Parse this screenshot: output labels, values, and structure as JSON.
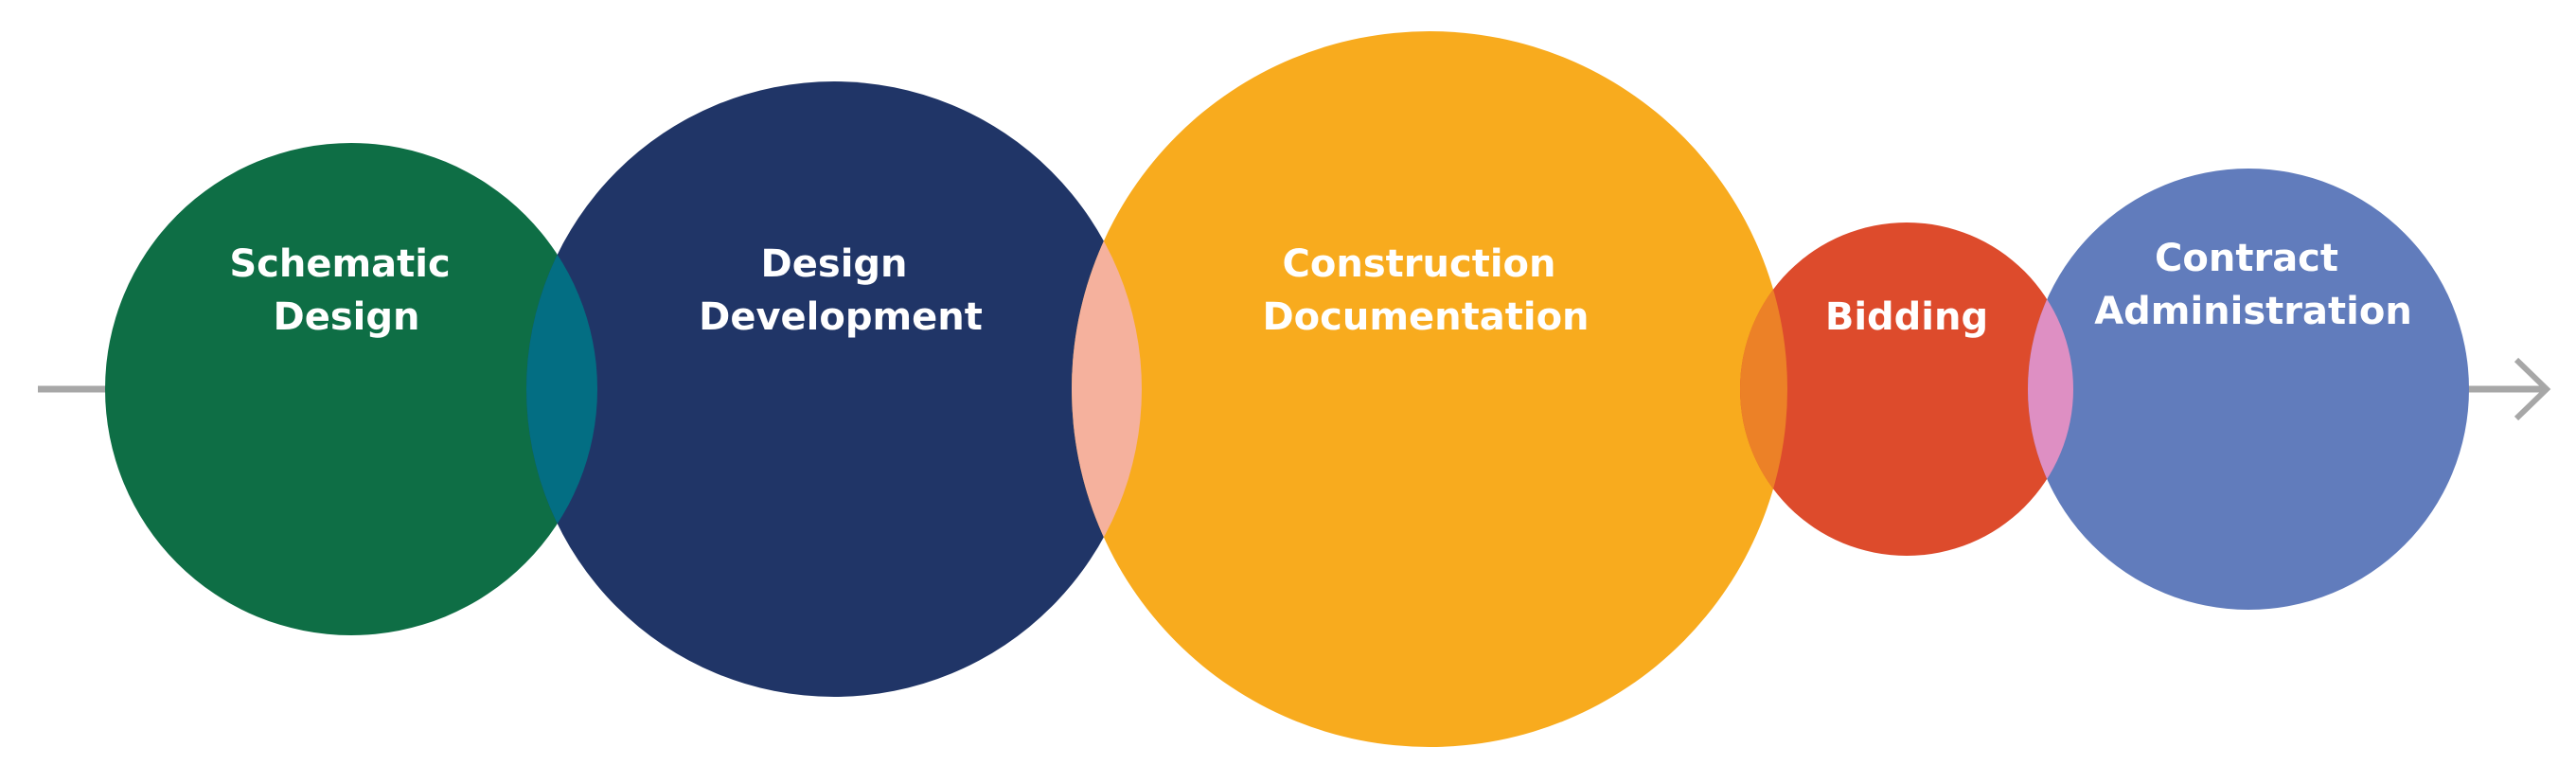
{
  "phases": [
    {
      "lines": [
        "Schematic",
        "Design"
      ],
      "color": "#0e6e45"
    },
    {
      "lines": [
        "Design",
        "Development"
      ],
      "color": "#203567"
    },
    {
      "lines": [
        "Construction",
        "Documentation"
      ],
      "color": "#f8ab1e"
    },
    {
      "lines": [
        "Bidding"
      ],
      "color": "#dd4b2c"
    },
    {
      "lines": [
        "Contract",
        "Administration"
      ],
      "color": "#617cbc"
    }
  ],
  "overlap_colors": [
    "#036e83",
    "#f5b19d",
    "#ec8127",
    "#de8fc3"
  ],
  "arrow_color": "#a7a7a7"
}
